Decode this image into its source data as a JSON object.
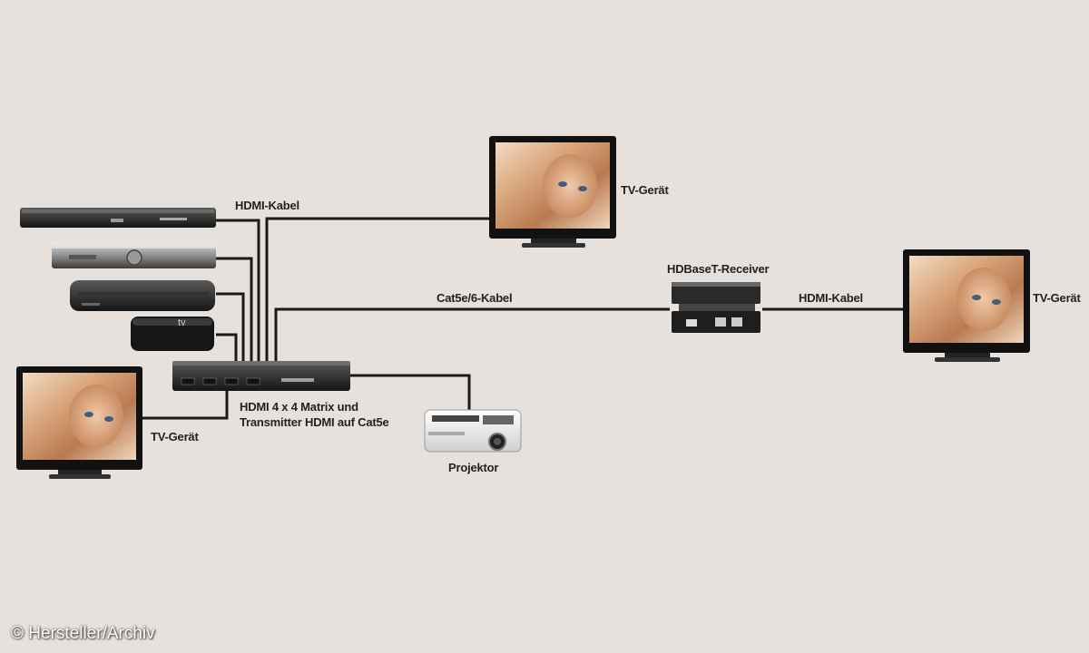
{
  "labels": {
    "hdmi_kabel_top": "HDMI-Kabel",
    "tv_top": "TV-Gerät",
    "cat_kabel": "Cat5e/6-Kabel",
    "receiver": "HDBaseT-Receiver",
    "hdmi_kabel_right": "HDMI-Kabel",
    "tv_right": "TV-Gerät",
    "matrix_line1": "HDMI 4 x 4 Matrix und",
    "matrix_line2": "Transmitter HDMI auf Cat5e",
    "tv_left": "TV-Gerät",
    "projector": "Projektor"
  },
  "devices": {
    "apple_tv_mark": "tv"
  },
  "credit": "© Hersteller/Archiv",
  "colors": {
    "background": "#e6e1dc",
    "cable": "#1a1a1a",
    "text": "#222222"
  }
}
